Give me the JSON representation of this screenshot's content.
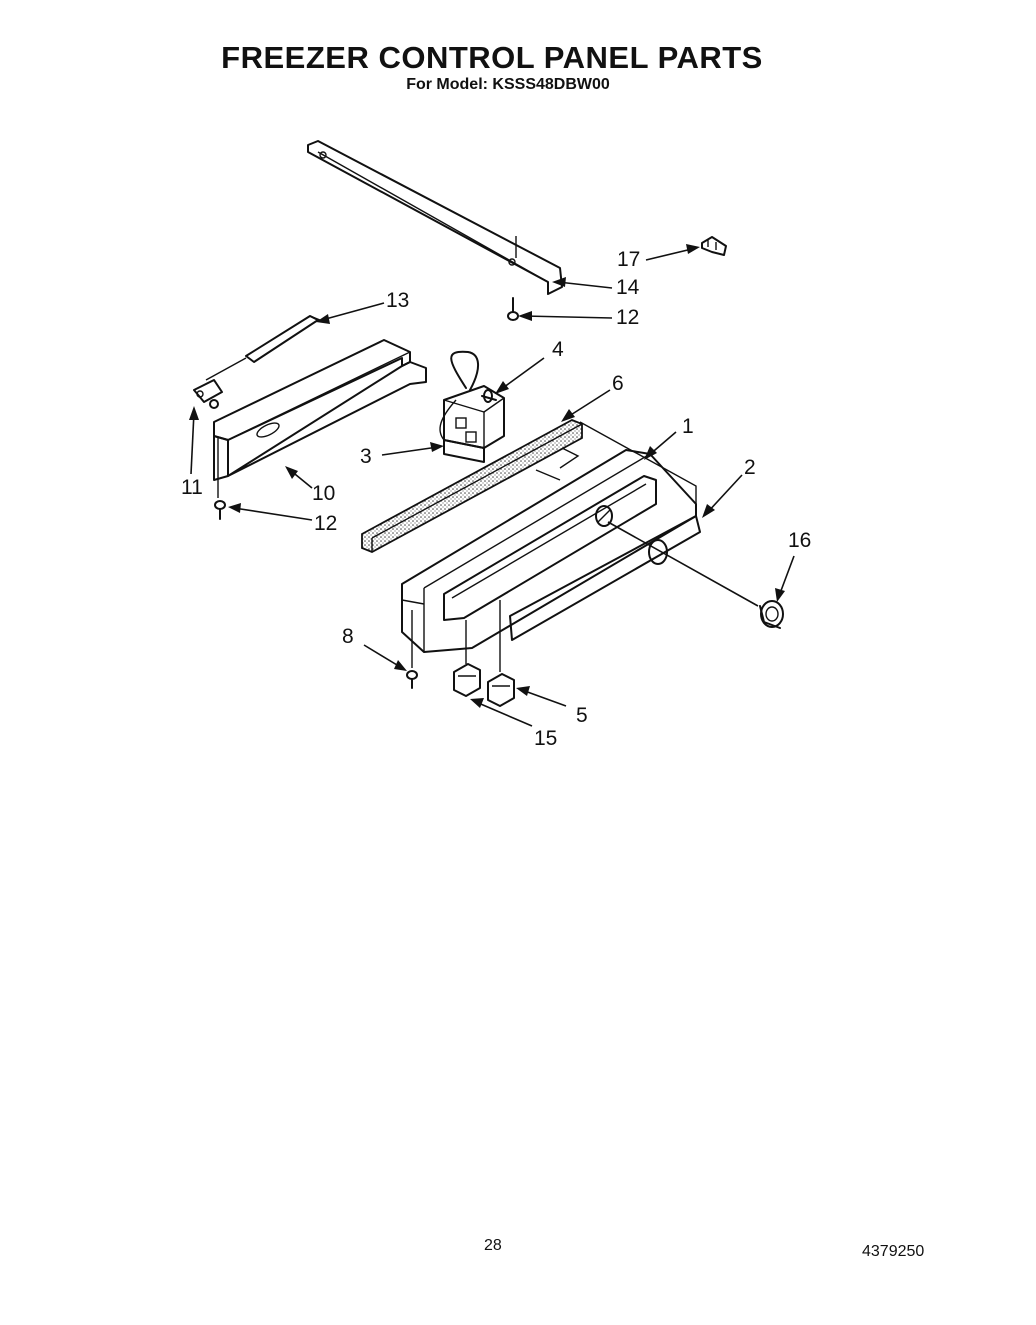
{
  "header": {
    "title": "FREEZER CONTROL PANEL PARTS",
    "subtitle": "For Model: KSSS48DBW00"
  },
  "footer": {
    "page_number": "28",
    "doc_number": "4379250"
  },
  "callouts": [
    {
      "id": "1",
      "label": "1"
    },
    {
      "id": "2",
      "label": "2"
    },
    {
      "id": "3",
      "label": "3"
    },
    {
      "id": "4",
      "label": "4"
    },
    {
      "id": "5",
      "label": "5"
    },
    {
      "id": "6",
      "label": "6"
    },
    {
      "id": "8",
      "label": "8"
    },
    {
      "id": "10",
      "label": "10"
    },
    {
      "id": "11",
      "label": "11"
    },
    {
      "id": "12a",
      "label": "12"
    },
    {
      "id": "12b",
      "label": "12"
    },
    {
      "id": "13",
      "label": "13"
    },
    {
      "id": "14",
      "label": "14"
    },
    {
      "id": "15",
      "label": "15"
    },
    {
      "id": "16",
      "label": "16"
    },
    {
      "id": "17",
      "label": "17"
    }
  ]
}
